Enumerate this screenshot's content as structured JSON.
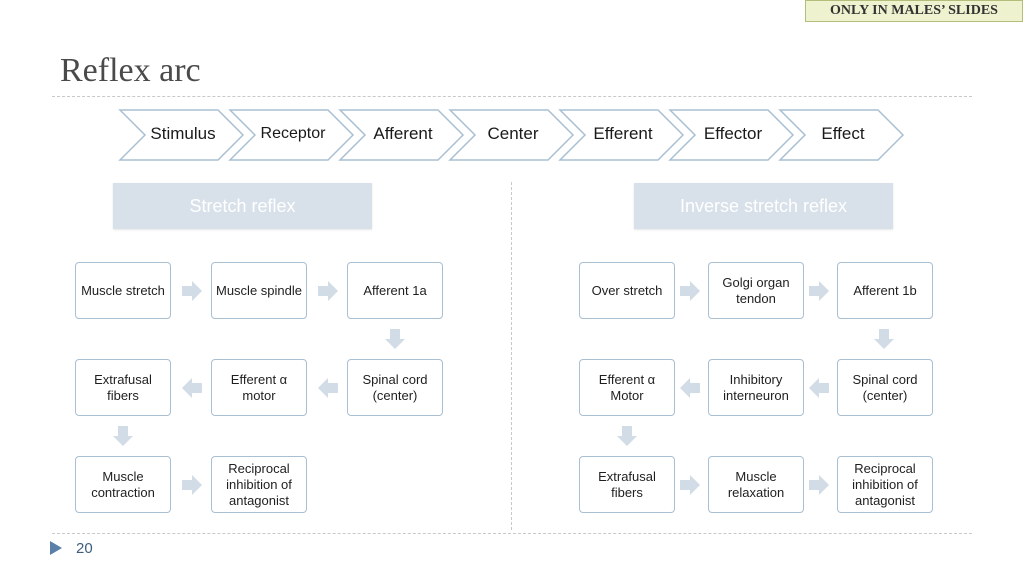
{
  "badge": "ONLY IN MALES’ SLIDES",
  "title": "Reflex arc",
  "chevrons": [
    "Stimulus",
    "Receptor",
    "Afferent",
    "Center",
    "Efferent",
    "Effector",
    "Effect"
  ],
  "headers": {
    "left": "Stretch reflex",
    "right": "Inverse stretch reflex"
  },
  "left": {
    "muscle_stretch": "Muscle stretch",
    "muscle_spindle": "Muscle spindle",
    "afferent": "Afferent 1a",
    "spinal_cord": "Spinal cord (center)",
    "efferent": "Efferent α motor",
    "extrafusal": "Extrafusal fibers",
    "contraction": "Muscle contraction",
    "reciprocal": "Reciprocal inhibition of antagonist"
  },
  "right": {
    "over_stretch": "Over stretch",
    "golgi": "Golgi organ tendon",
    "afferent": "Afferent 1b",
    "spinal_cord": "Spinal cord (center)",
    "inhibitory": "Inhibitory interneuron",
    "efferent": "Efferent α Motor",
    "extrafusal": "Extrafusal fibers",
    "relaxation": "Muscle relaxation",
    "reciprocal": "Reciprocal inhibition of antagonist"
  },
  "page_number": "20",
  "colors": {
    "header_fill": "#d8e1ea",
    "box_border": "#a9bfd2",
    "arrow_fill": "#d2dce6",
    "badge_fill": "#eef2cf"
  }
}
